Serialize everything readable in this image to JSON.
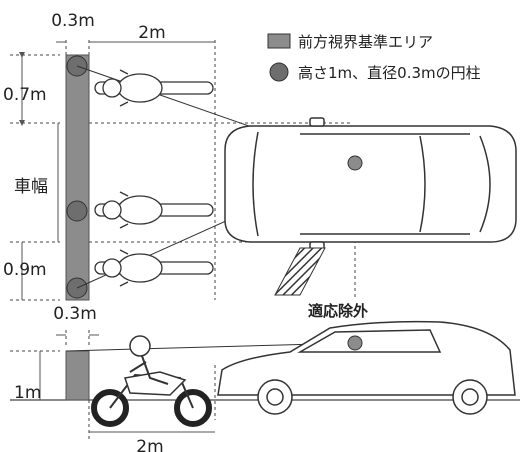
{
  "legend": {
    "area_label": "前方視界基準エリア",
    "cylinder_label": "高さ1m、直径0.3mの円柱",
    "area_color": "#8c8c8c",
    "cylinder_color": "#6e6e6e"
  },
  "top_view": {
    "dim_width_top": "0.3m",
    "dim_distance_top": "2m",
    "dim_side_upper": "0.7m",
    "dim_side_middle": "車幅",
    "dim_side_lower": "0.9m",
    "exclusion_label": "適応除外"
  },
  "side_view": {
    "dim_width": "0.3m",
    "dim_height": "1m",
    "dim_distance": "2m"
  }
}
